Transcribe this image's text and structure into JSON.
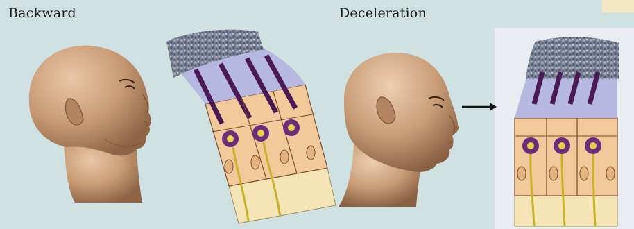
{
  "labels": {
    "backward": "Backward",
    "deceleration": "Deceleration"
  },
  "colors": {
    "background": "#cfe1e0",
    "skin": "#c89b74",
    "skin_shadow": "#8e6445",
    "otoconia": "#6f7689",
    "gel_layer": "#b7b8df",
    "hair_bundle": "#4a1a55",
    "cell_body": "#f2c99a",
    "cell_outline": "#7a4a2a",
    "nucleus": "#6e2c7a",
    "nerve": "#c9b227",
    "base_layer": "#f4e4b6",
    "arrow": "#111111"
  },
  "icons": [
    "head-tilted-back",
    "head-neutral",
    "right-arrow-icon",
    "otolith-membrane-bent",
    "otolith-membrane-straight"
  ]
}
